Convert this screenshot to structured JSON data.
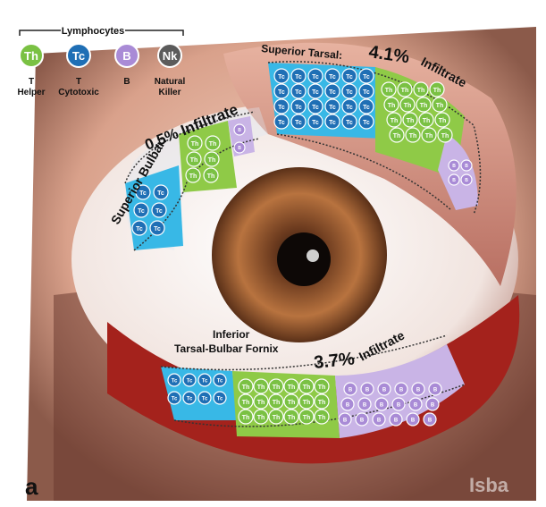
{
  "legend": {
    "title": "Lymphocytes",
    "items": [
      {
        "id": "th",
        "abbr": "Th",
        "label": "T\nHelper",
        "color": "#7ac143"
      },
      {
        "id": "tc",
        "abbr": "Tc",
        "label": "T\nCytotoxic",
        "color": "#1f6fb5"
      },
      {
        "id": "b",
        "abbr": "B",
        "label": "B",
        "color": "#a98bd6"
      },
      {
        "id": "nk",
        "abbr": "Nk",
        "label": "Natural\nKiller",
        "color": "#5b5b5b"
      }
    ]
  },
  "regions": {
    "superior_bulbar": {
      "name": "Superior Bulbar:",
      "value": "0.5% Infiltrate"
    },
    "superior_tarsal": {
      "name": "Superior Tarsal:",
      "value": "4.1%",
      "suffix": "Infiltrate"
    },
    "inferior": {
      "name_line1": "Inferior",
      "name_line2": "Tarsal-Bulbar Fornix",
      "value": "3.7%",
      "suffix": "Infiltrate"
    }
  },
  "panel_letter": "a",
  "watermark": "Isba",
  "colors": {
    "helper": "#7ac143",
    "cytotoxic": "#1f6fb5",
    "b_cell": "#a98bd6",
    "nk": "#5b5b5b",
    "cyan_zone": "#38b8e6",
    "skin": "#e8b7a2",
    "iris": "#9b5b32"
  }
}
